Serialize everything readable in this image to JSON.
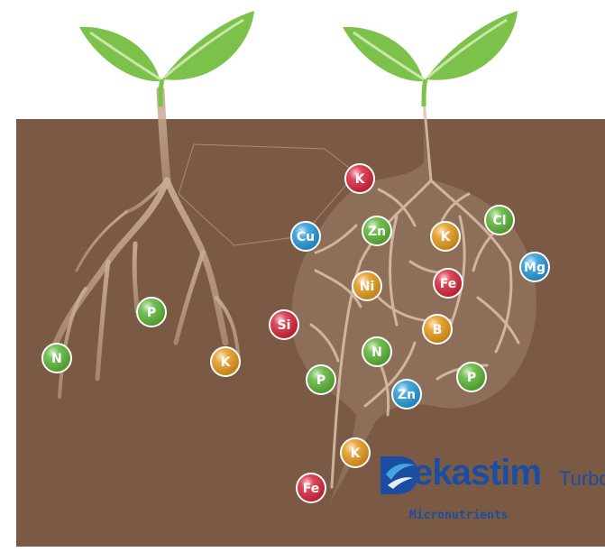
{
  "brand": {
    "name_rest": "ekastim",
    "name_suffix": "Turbo",
    "tagline": "Micronutrients",
    "colors": {
      "primary": "#1b4ea0",
      "accent": "#44a6e0"
    }
  },
  "soil_color": "#7a5a45",
  "leaf_color": "#7cc24a",
  "nutrients": [
    {
      "symbol": "N",
      "group": "green"
    },
    {
      "symbol": "P",
      "group": "green"
    },
    {
      "symbol": "K",
      "group": "orange"
    },
    {
      "symbol": "K",
      "group": "red"
    },
    {
      "symbol": "Cu",
      "group": "blue"
    },
    {
      "symbol": "Zn",
      "group": "green"
    },
    {
      "symbol": "K",
      "group": "orange"
    },
    {
      "symbol": "Cl",
      "group": "green"
    },
    {
      "symbol": "Mg",
      "group": "blue"
    },
    {
      "symbol": "Ni",
      "group": "orange"
    },
    {
      "symbol": "Fe",
      "group": "red"
    },
    {
      "symbol": "Si",
      "group": "red"
    },
    {
      "symbol": "B",
      "group": "orange"
    },
    {
      "symbol": "N",
      "group": "green"
    },
    {
      "symbol": "P",
      "group": "green"
    },
    {
      "symbol": "P",
      "group": "green"
    },
    {
      "symbol": "Zn",
      "group": "blue"
    },
    {
      "symbol": "K",
      "group": "orange"
    },
    {
      "symbol": "Fe",
      "group": "red"
    }
  ],
  "ball_colors": {
    "green": "#5db53a",
    "orange": "#e59a20",
    "red": "#d8283f",
    "blue": "#2a9ad9"
  }
}
